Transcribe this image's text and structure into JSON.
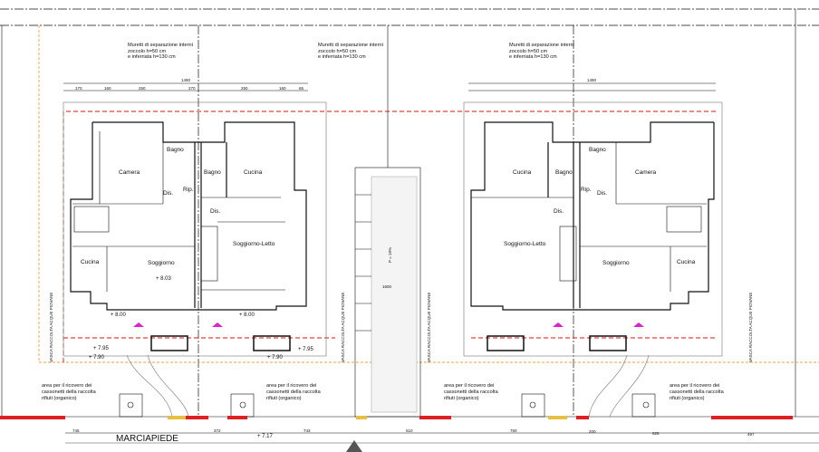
{
  "drawing": {
    "notes_top": {
      "line1": "Muretti di separazione interni",
      "line2": "zoccolo h=50 cm",
      "line3": "e inferriata h=130 cm"
    },
    "left_house": {
      "rooms": [
        "Camera",
        "Bagno",
        "Dis.",
        "Rip.",
        "Bagno",
        "Cucina",
        "Dis.",
        "Cucina",
        "Soggiorno",
        "Soggiorno-Letto"
      ],
      "levels": [
        "+ 8.03",
        "+ 8.00",
        "+ 8.00",
        "+ 7.95",
        "+ 7.90",
        "+ 7.95",
        "+ 7.90"
      ]
    },
    "right_house": {
      "rooms": [
        "Cucina",
        "Bagno",
        "Bagno",
        "Camera",
        "Dis.",
        "Rip.",
        "Dis.",
        "Soggiorno-Letto",
        "Soggiorno",
        "Cucina"
      ]
    },
    "top_dimensions": [
      "1490",
      "170",
      "160",
      "250",
      "270",
      "250",
      "160",
      "65",
      "1490"
    ],
    "ramp_label": "P = 19%",
    "ramp_width": "1600",
    "rainwater_tank": "VASCA RACCOLTA ACQUE PIOVANE",
    "bin_note": {
      "line1": "area per il ricovero dei",
      "line2": "cassonetti della raccolta",
      "line3": "rifiuti (organico)"
    },
    "sidewalk": "MARCIAPIEDE",
    "sidewalk_level": "+ 7.17",
    "bottom_dimensions": [
      "745",
      "372",
      "743",
      "510",
      "760",
      "200",
      "626",
      "497"
    ],
    "colors": {
      "property_line": "#e01010",
      "setback_line": "#f0a040",
      "entrance_marker": "#e020d0",
      "sidewalk_edge_red": "#e02020",
      "sidewalk_edge_yellow": "#e8c040"
    }
  }
}
